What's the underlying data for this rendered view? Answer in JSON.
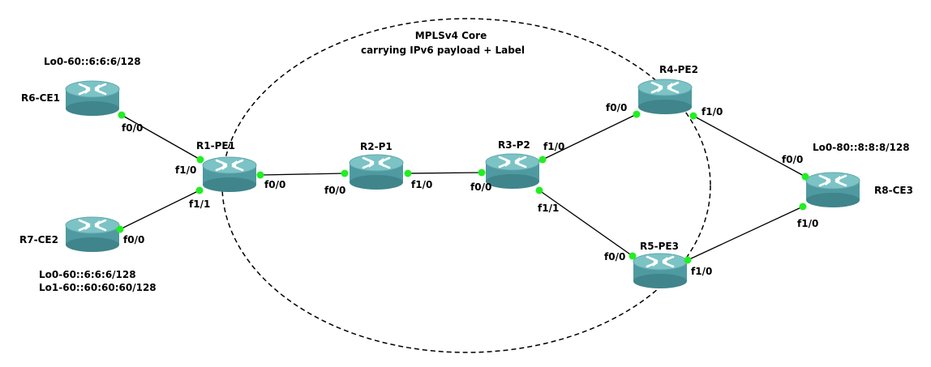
{
  "core": {
    "title_line1": "MPLSv4 Core",
    "title_line2": "carrying IPv6 payload + Label"
  },
  "routers": {
    "r6": {
      "name": "R6-CE1"
    },
    "r7": {
      "name": "R7-CE2"
    },
    "r1": {
      "name": "R1-PE1"
    },
    "r2": {
      "name": "R2-P1"
    },
    "r3": {
      "name": "R3-P2"
    },
    "r4": {
      "name": "R4-PE2"
    },
    "r5": {
      "name": "R5-PE3"
    },
    "r8": {
      "name": "R8-CE3"
    }
  },
  "interfaces": {
    "r6_f00": "f0/0",
    "r7_f00": "f0/0",
    "r1_f10": "f1/0",
    "r1_f11": "f1/1",
    "r1_f00": "f0/0",
    "r2_f00": "f0/0",
    "r2_f10": "f1/0",
    "r3_f00": "f0/0",
    "r3_f10": "f1/0",
    "r3_f11": "f1/1",
    "r4_f00": "f0/0",
    "r4_f10": "f1/0",
    "r5_f00": "f0/0",
    "r5_f10": "f1/0",
    "r8_f00": "f0/0",
    "r8_f10": "f1/0"
  },
  "addresses": {
    "r6_lo0": "Lo0-60::6:6:6/128",
    "r7_lo0": "Lo0-60::6:6:6/128",
    "r7_lo1": "Lo1-60::60:60:60/128",
    "r8_lo0": "Lo0-80::8:8:8/128"
  },
  "colors": {
    "router_body": "#4f9aa0",
    "router_top": "#7cc3c6",
    "link_endpoint": "#22ee22",
    "link": "#000000"
  }
}
